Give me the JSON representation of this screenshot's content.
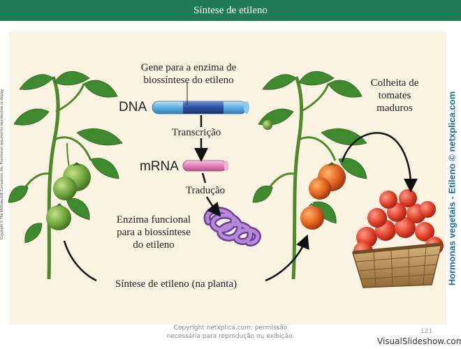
{
  "header": {
    "title": "Síntese de etileno"
  },
  "sidebar_left": {
    "copyright": "Copyright © The McGraw-Hill Companies, Inc. Permission required for reproduction or display."
  },
  "sidebar_right": {
    "caption": "Hormonas vegetais - Etileno © netxplica.com"
  },
  "diagram": {
    "gene_label": [
      "Gene para a enzima de",
      "biossíntese do etileno"
    ],
    "dna_label": "DNA",
    "transcription_label": "Transcrição",
    "mrna_label": "mRNA",
    "translation_label": "Tradução",
    "enzyme_label": [
      "Enzima funcional",
      "para a biossíntese",
      "do etileno"
    ],
    "harvest_label": [
      "Colheita de",
      "tomates",
      "maduros"
    ],
    "synthesis_label": "Síntese de etileno (na planta)"
  },
  "colors": {
    "header_bg": "#1f7a55",
    "panel_bg": "#faf3e2",
    "dna": "#5fb0e0",
    "gene": "#2a4f9e",
    "mrna": "#e27fb8",
    "enzyme": "#9b6fc0",
    "unripe_tomato": "#6fa63c",
    "ripe_tomato": "#d9541c"
  },
  "footer": {
    "line1": "Copyright netxplica.com: permissão",
    "line2": "necessária para reprodução ou exibição.",
    "page": "121",
    "watermark": "VisualSlideshow.com"
  }
}
